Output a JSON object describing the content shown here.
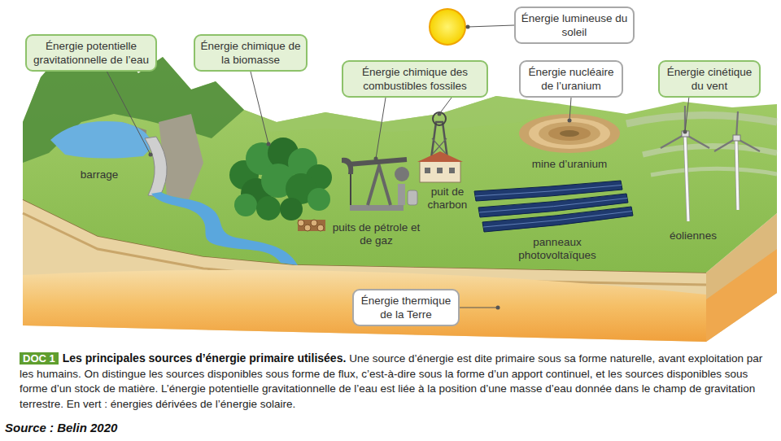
{
  "diagram": {
    "title": "Les principales sources d’énergie primaire utilisées.",
    "caption": "Une source d’énergie est dite primaire sous sa forme naturelle, avant exploitation par les humains. On distingue les sources disponibles sous forme de flux, c’est-à-dire sous la forme d’un apport continuel, et les sources disponibles sous forme d’un stock de matière. L’énergie potentielle gravitationnelle de l’eau est liée à la position d’une masse d’eau donnée dans le champ de gravitation terrestre. En vert : énergies dérivées de l’énergie solaire.",
    "nodes": [
      {
        "text": [
          "Énergie potentielle gravitationnelle de l’eau"
        ]
      },
      {
        "text": [
          "Énergie chimique de la biomasse"
        ]
      },
      {
        "text": [
          "Énergie chimique des combustibles fossiles"
        ]
      },
      {
        "text": [
          "Énergie lumineuse du soleil"
        ]
      },
      {
        "text": [
          "Énergie nucléaire de l’uranium"
        ]
      },
      {
        "text": [
          "Énergie cinétique du vent"
        ]
      },
      {
        "text": [
          "Énergie thermique de la Terre"
        ]
      }
    ],
    "labels": [
      "barrage",
      "puits de pétrole et de gaz",
      "puit de charbon",
      "mine d’uranium",
      "panneaux photovoltaïques",
      "éoliennes",
      "DOC 1",
      "Source : Belin 2020"
    ]
  }
}
